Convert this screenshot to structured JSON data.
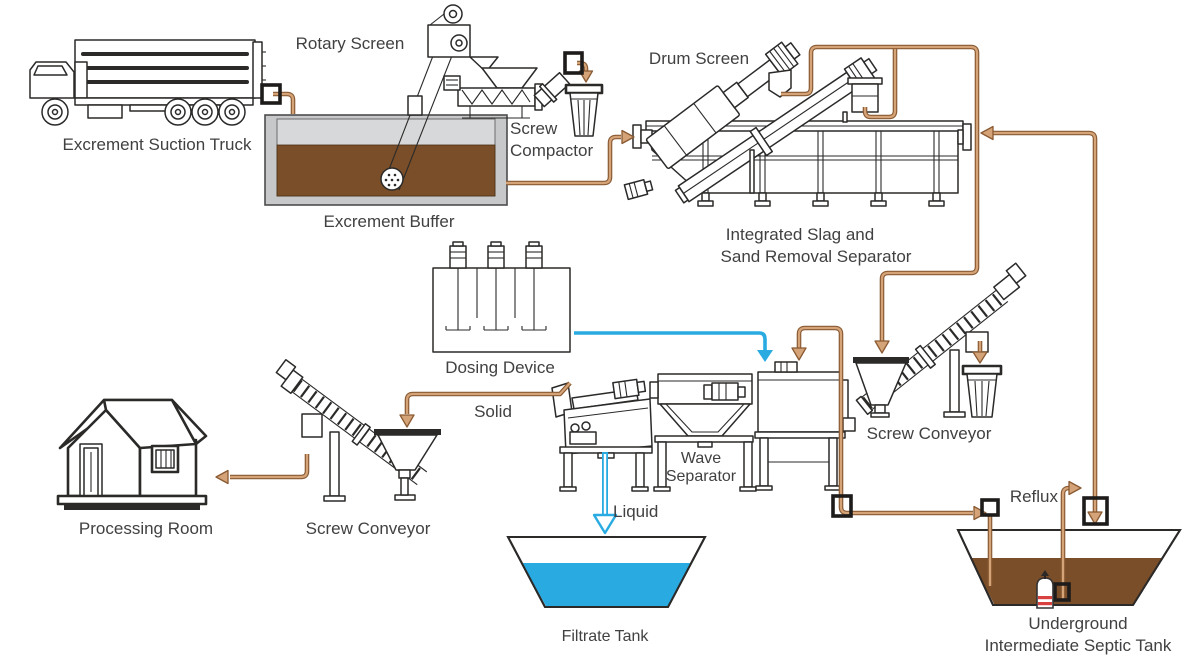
{
  "labels": {
    "truck": "Excrement Suction Truck",
    "rotary_screen": "Rotary Screen",
    "screw_compactor_1": "Screw",
    "screw_compactor_2": "Compactor",
    "excrement_buffer": "Excrement Buffer",
    "drum_screen": "Drum Screen",
    "separator_1": "Integrated Slag and",
    "separator_2": "Sand Removal Separator",
    "dosing_device": "Dosing Device",
    "solid": "Solid",
    "wave_1": "Wave",
    "wave_2": "Separator",
    "liquid": "Liquid",
    "filtrate_tank": "Filtrate Tank",
    "screw_conveyor_right": "Screw Conveyor",
    "screw_conveyor_left": "Screw Conveyor",
    "processing_room": "Processing Room",
    "reflux": "Reflux",
    "septic_1": "Underground",
    "septic_2": "Intermediate Septic Tank"
  },
  "colors": {
    "flow_brown_outline": "#8a5a33",
    "flow_brown_fill": "#d4a377",
    "flow_blue": "#29abe2",
    "sewage_brown": "#7a4e28",
    "tank_gray": "#c7c8ca",
    "tank_gray_light": "#d7d8da",
    "line_black": "#2b2a29",
    "pump_red": "#d94040",
    "text_color": "#414042"
  }
}
